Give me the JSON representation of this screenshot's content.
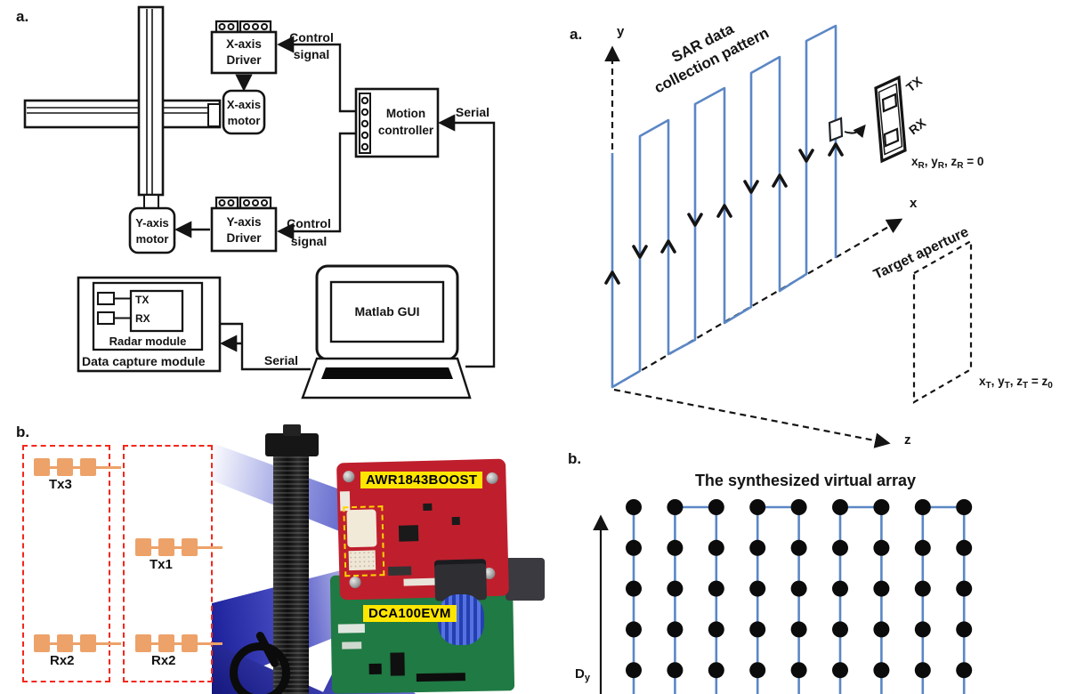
{
  "figure": {
    "left_a": {
      "panel_label": "a.",
      "x_driver": [
        "X-axis",
        "Driver"
      ],
      "x_motor": [
        "X-axis",
        "motor"
      ],
      "y_driver": [
        "Y-axis",
        "Driver"
      ],
      "y_motor": [
        "Y-axis",
        "motor"
      ],
      "motion_controller": [
        "Motion",
        "controller"
      ],
      "control_signal_top": [
        "Control",
        "signal"
      ],
      "control_signal_bottom": [
        "Control",
        "signal"
      ],
      "serial_top": "Serial",
      "serial_bottom": "Serial",
      "matlab_gui": "Matlab GUI",
      "tx": "TX",
      "rx": "RX",
      "radar_module": "Radar module",
      "data_capture_module": "Data capture module"
    },
    "left_b": {
      "panel_label": "b.",
      "tx3": "Tx3",
      "tx1": "Tx1",
      "rx2_left": "Rx2",
      "rx2_right": "Rx2",
      "board_top": "AWR1843BOOST",
      "board_bottom": "DCA100EVM"
    },
    "right_a": {
      "panel_label": "a.",
      "title": [
        "SAR data",
        "collection pattern"
      ],
      "axis_x": "x",
      "axis_y": "y",
      "axis_z": "z",
      "tx": "TX",
      "rx": "RX",
      "radar_origin_parts": [
        "x",
        "R",
        ", y",
        "R",
        ", z",
        "R",
        " = 0"
      ],
      "aperture_label": "Target aperture",
      "target_parts": [
        "x",
        "T",
        ", y",
        "T",
        ", z",
        "T",
        " = z",
        "0"
      ]
    },
    "right_b": {
      "panel_label": "b.",
      "title": "The synthesized virtual array",
      "d_label": "D",
      "d_sub": "y",
      "grid": {
        "columns": 9,
        "rows": 5
      }
    },
    "colors": {
      "scan_blue": "#5b87c5",
      "dashed_red": "#f3271b",
      "antenna_orange": "#eda269",
      "highlight_yellow": "#ffe600",
      "board_red": "#bf1f2d",
      "board_green": "#1f7a43",
      "beam_blue": "#2b2fae"
    }
  }
}
